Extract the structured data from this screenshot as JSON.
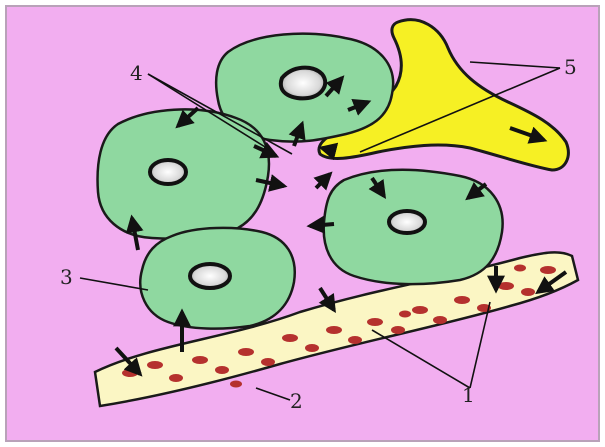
{
  "diagram": {
    "labels": {
      "l1": "1",
      "l2": "2",
      "l3": "3",
      "l4": "4",
      "l5": "5"
    },
    "colors": {
      "background": "#f2aef0",
      "cell": "#8fd8a0",
      "nucleus": "#e2e2e2",
      "gland": "#f6f024",
      "vessel": "#fbf6c4",
      "blood_cell": "#b5312e",
      "outline": "#1a1a1a"
    }
  }
}
